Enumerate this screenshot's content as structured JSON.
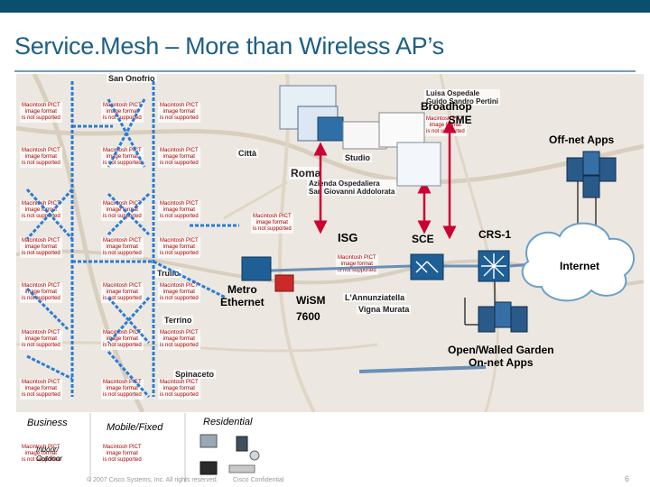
{
  "title": "Service.Mesh – More than Wireless AP’s",
  "labels": {
    "broadhop": "Broadhop\nSME",
    "offnet": "Off-net Apps",
    "isg": "ISG",
    "sce": "SCE",
    "crs1": "CRS-1",
    "internet": "Internet",
    "metro": "Metro\nEthernet",
    "wism": "WiSM\n7600",
    "garden": "Open/Walled Garden\nOn-net Apps",
    "business": "Business",
    "mobile": "Mobile/Fixed",
    "residential": "Residential",
    "indoor": "Indoor/\nOutdoor"
  },
  "placeholder": "Macintosh PICT\nimage format\nis not supported",
  "places": {
    "san_onofrio": "San Onofrio",
    "ospedale": "Luisa Ospedale\nGuido Sandro Pertini",
    "citta": "Città",
    "roma": "Roma",
    "studio": "Studio",
    "azienda": "Azienda Ospedaliera\nSan Giovanni Addolorata",
    "trullo": "Trullo",
    "terrino": "Terrino",
    "annunziatella": "L'Annunziatella",
    "spinaceto": "Spinaceto",
    "vigna": "Vigna Murata"
  },
  "footer": {
    "left": "© 2007 Cisco Systems, Inc. All rights reserved.",
    "mid": "Cisco Confidential",
    "page": "6"
  },
  "colors": {
    "accent": "#1c5f88",
    "link_line": "#2a7bd6",
    "arrow": "#cc0033",
    "device": "#1e5f96"
  }
}
